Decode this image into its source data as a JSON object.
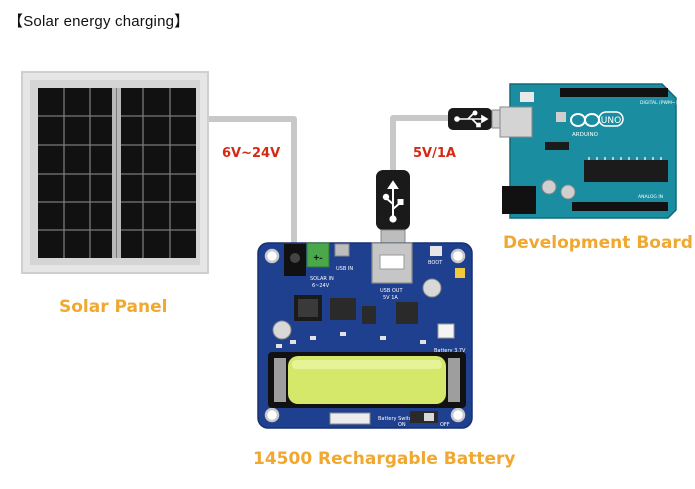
{
  "title": "【Solar energy charging】",
  "labels": {
    "solar_panel": "Solar Panel",
    "development_board": "Development Board",
    "battery": "14500 Rechargable Battery"
  },
  "wires": {
    "solar_voltage": "6V~24V",
    "usb_output": "5V/1A"
  },
  "board_silkscreen": {
    "solar_in": "SOLAR IN",
    "solar_range": "6~24V",
    "usb_in": "USB IN",
    "usb_out": "USB OUT",
    "usb_out_rating": "5V 1A",
    "boot": "BOOT",
    "battery_v": "Battery 3.7V",
    "battery_switch": "Battery Switch",
    "on": "ON",
    "off": "OFF"
  },
  "arduino_silkscreen": {
    "brand": "ARDUINO",
    "model": "UNO",
    "digital": "DIGITAL (PWM~)",
    "analog": "ANALOG IN"
  },
  "colors": {
    "label_orange": "#f0a830",
    "wire_red": "#d42a14",
    "pcb_blue": "#1f3f8f",
    "arduino_teal": "#1a8ea0",
    "battery_green": "#d6e86a",
    "wire_gray": "#c8c8c8"
  }
}
